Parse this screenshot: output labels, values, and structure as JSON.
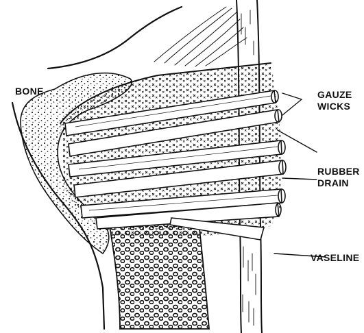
{
  "labels": {
    "bone": "BONE",
    "gauze_line1": "GAUZE",
    "gauze_line2": "WICKS",
    "rubber_line1": "RUBBER",
    "rubber_line2": "DRAIN",
    "vaseline": "VASELINE"
  },
  "colors": {
    "ink": "#111111",
    "paper": "#ffffff"
  }
}
